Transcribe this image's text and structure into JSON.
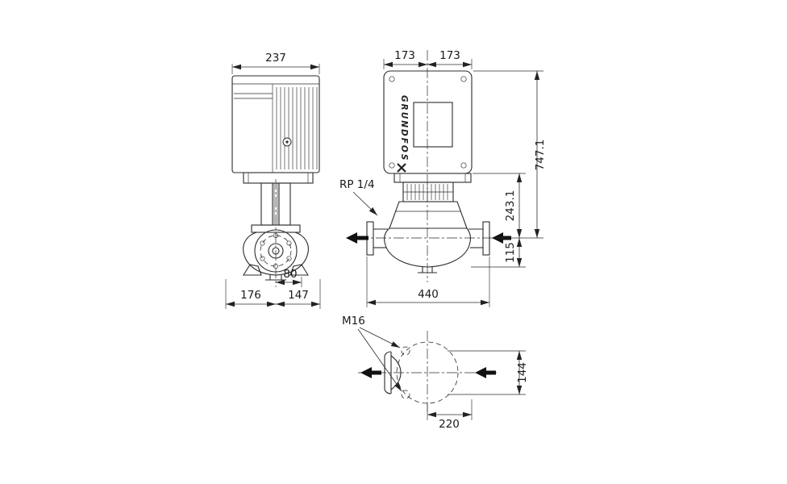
{
  "side_view": {
    "dim_width_top": "237",
    "dim_port_offset": "80",
    "dim_base_left": "176",
    "dim_base_right": "147"
  },
  "front_view": {
    "dim_half_left": "173",
    "dim_half_right": "173",
    "dim_height_total": "747.1",
    "dim_motor_flange_to_port": "243.1",
    "dim_port_to_bottom": "115",
    "dim_port_to_port": "440",
    "plug_label": "RP 1/4",
    "brand": "GRUNDFOS"
  },
  "bottom_view": {
    "bolt_label": "M16",
    "dim_flange_span": "144",
    "dim_center_to_edge": "220"
  }
}
